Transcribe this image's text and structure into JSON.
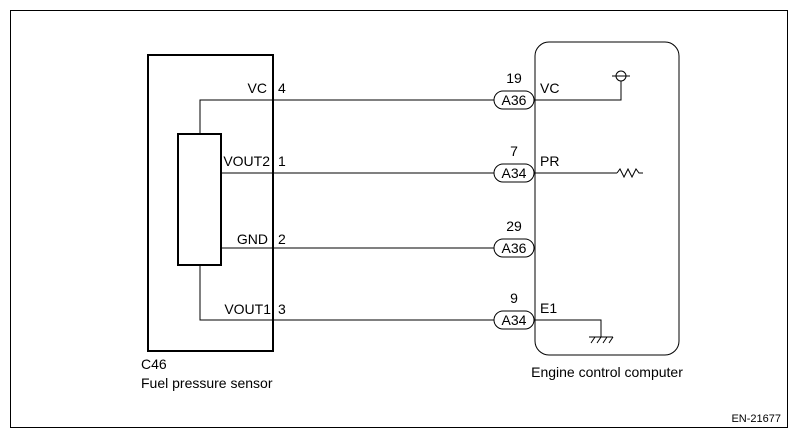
{
  "sensor": {
    "code": "C46",
    "name": "Fuel pressure sensor",
    "pins": [
      {
        "label": "VC",
        "number": "4"
      },
      {
        "label": "VOUT2",
        "number": "1"
      },
      {
        "label": "GND",
        "number": "2"
      },
      {
        "label": "VOUT1",
        "number": "3"
      }
    ]
  },
  "ecu": {
    "name": "Engine control computer",
    "pins": [
      {
        "number": "19",
        "connector": "A36",
        "label": "VC"
      },
      {
        "number": "7",
        "connector": "A34",
        "label": "PR"
      },
      {
        "number": "29",
        "connector": "A36",
        "label": ""
      },
      {
        "number": "9",
        "connector": "A34",
        "label": "E1"
      }
    ]
  },
  "figure_id": "EN-21677"
}
